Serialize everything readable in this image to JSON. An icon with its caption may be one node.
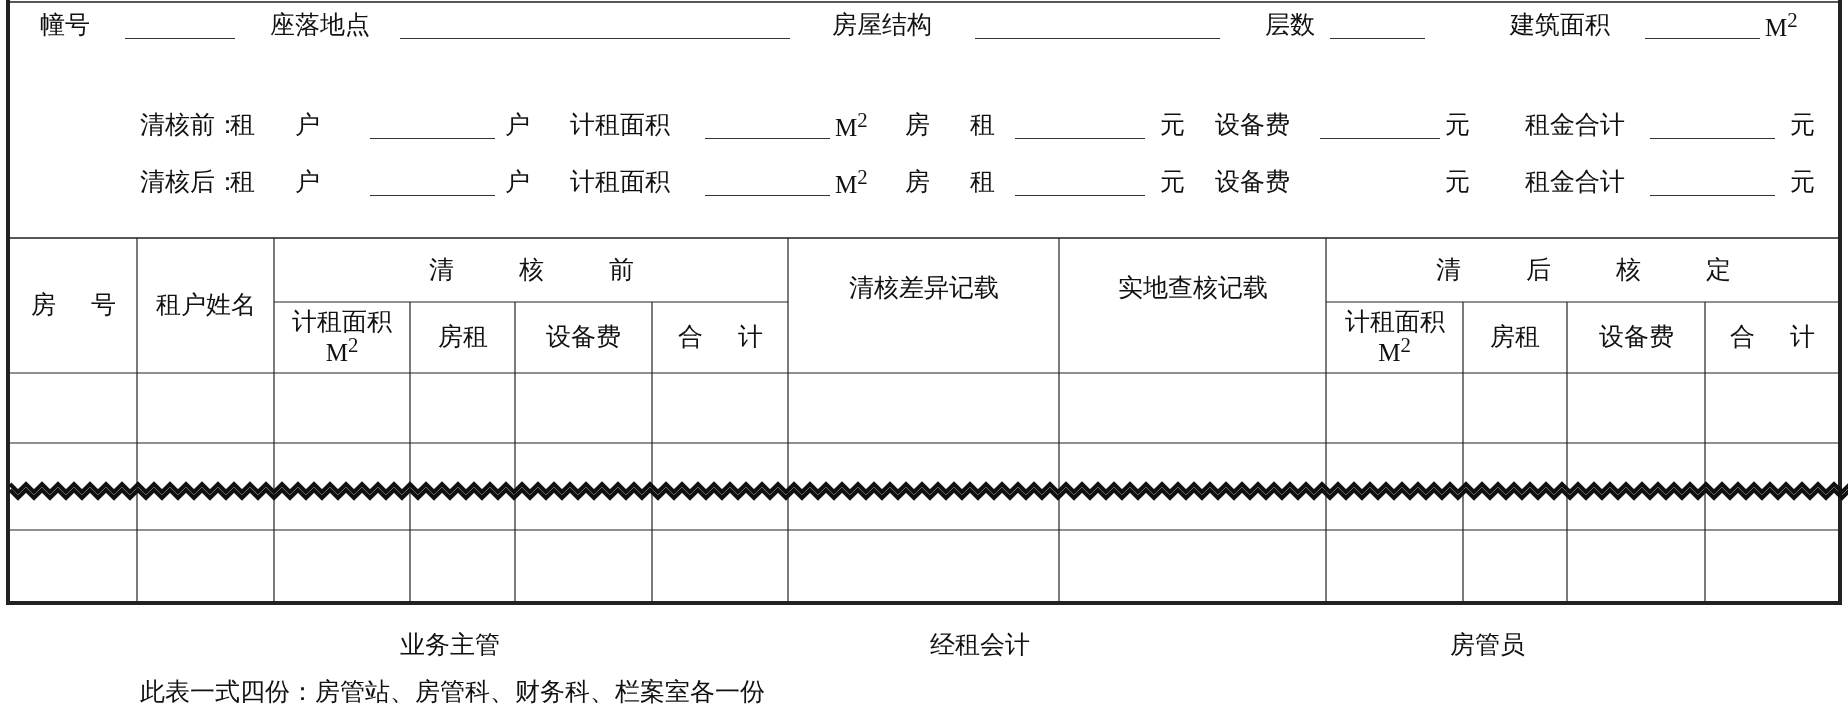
{
  "diagram": {
    "labels": [
      "幢号",
      "座落地点",
      "房屋结构",
      "层数",
      "建筑面积",
      "M$^{2}$",
      "清核前：",
      "租户",
      "户",
      "计租面积",
      "M$^{2}$",
      "房租",
      "元",
      "设备费",
      "元",
      "租金合计",
      "元",
      "清核后：",
      "租户",
      "户",
      "计租面积",
      "M$^{2}$",
      "房租",
      "元",
      "设备费",
      "元",
      "租金合计",
      "元",
      "房号",
      "租户姓名",
      "清核前",
      "清核差异记载",
      "实地查核记载",
      "清后核定",
      "计租面积 M$^{2}$",
      "房租",
      "设备费",
      "合计",
      "计租面积 M$^{2}$",
      "房租",
      "设备费",
      "合计",
      "业务主管",
      "经租会计",
      "房管员",
      "此表一式四份：房管站、房管科、财务科、栏案室各一份"
    ]
  }
}
